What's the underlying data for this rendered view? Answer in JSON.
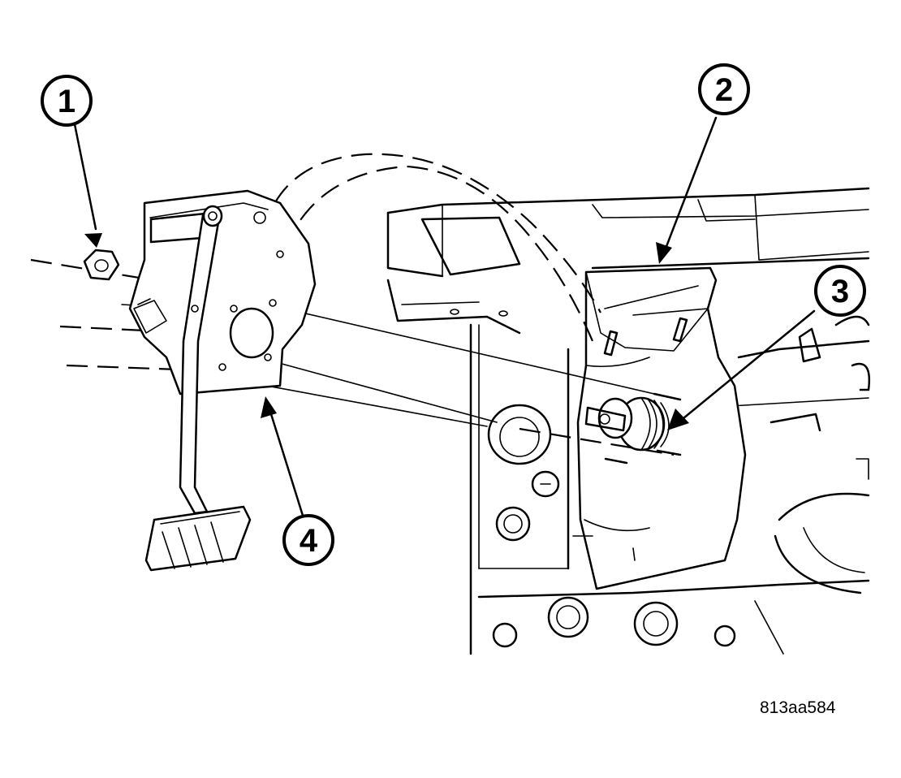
{
  "callouts": [
    {
      "label": "1"
    },
    {
      "label": "2"
    },
    {
      "label": "3"
    },
    {
      "label": "4"
    }
  ],
  "figure_id": "813aa584"
}
